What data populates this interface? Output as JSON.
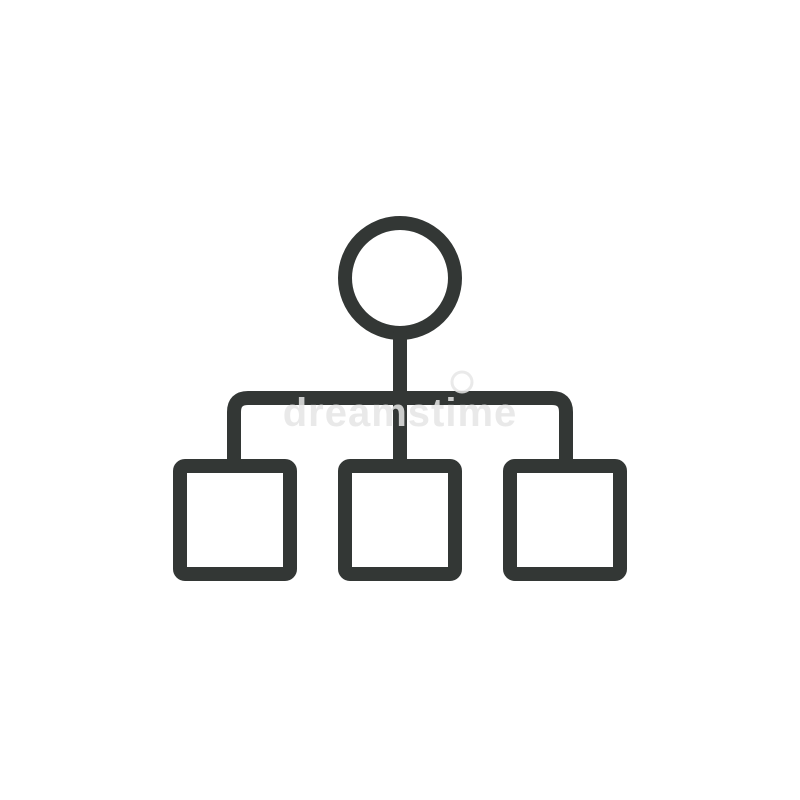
{
  "icon": {
    "name": "hierarchy-icon",
    "stroke_color": "#333735",
    "background_color": "#ffffff",
    "nodes": {
      "root": {
        "shape": "circle",
        "label": ""
      },
      "children": [
        {
          "shape": "square",
          "label": ""
        },
        {
          "shape": "square",
          "label": ""
        },
        {
          "shape": "square",
          "label": ""
        }
      ]
    }
  },
  "watermark": {
    "text": "dreamstime",
    "color": "#e6e6e6"
  }
}
